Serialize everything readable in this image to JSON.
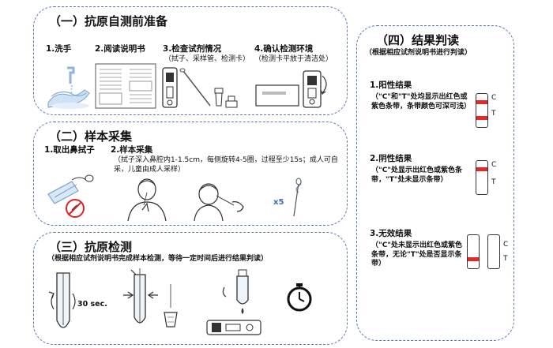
{
  "section1": {
    "title": "（一）抗原自测前准备",
    "steps": [
      {
        "label": "1.洗手"
      },
      {
        "label": "2.阅读说明书"
      },
      {
        "label": "3.检查试剂情况",
        "note": "（拭子、采样管、检测卡）"
      },
      {
        "label": "4.确认检测环境",
        "note": "（检测卡平放于清洁处）"
      }
    ]
  },
  "section2": {
    "title": "（二）样本采集",
    "step1": "1.取出鼻拭子",
    "step2": "2.样本采集",
    "note": "（拭子深入鼻腔内1-1.5cm，每侧旋转4-5圈，过程至少15s；成人可自采，儿童由成人采样）",
    "count": "x5"
  },
  "section3": {
    "title": "（三）抗原检测",
    "note": "（根据相应试剂说明书完成样本检测，等待一定时间后进行结果判读）",
    "time": "30 sec."
  },
  "section4": {
    "title": "（四）结果判读",
    "note": "（根据相应试剂说明书进行判读）",
    "positive": {
      "title": "1.阳性结果",
      "desc": "（\"C\"和\"T\"处均显示出红色或紫色条带，条带颜色可深可浅）"
    },
    "negative": {
      "title": "2.阴性结果",
      "desc": "（\"C\"处显示出红色或紫色条带，\"T\"处未显示条带）"
    },
    "invalid": {
      "title": "3.无效结果",
      "desc": "（\"C\"处未显示出红色或紫色条带，无论\"T\"处是否显示条带）"
    },
    "band_c": "C",
    "band_t": "T",
    "band_color": "#e32a2a"
  },
  "colors": {
    "border": "#5a78b4"
  }
}
